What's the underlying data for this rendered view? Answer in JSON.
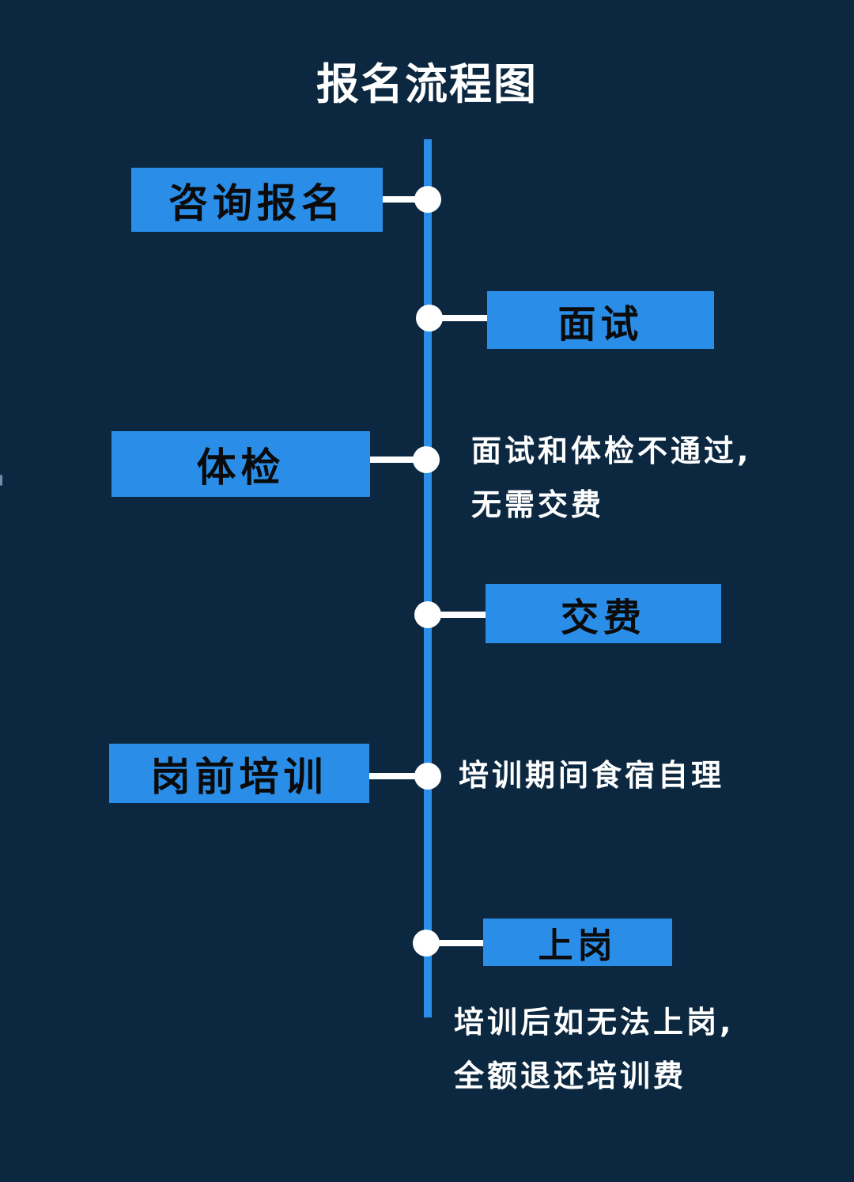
{
  "title": "报名流程图",
  "steps": [
    {
      "label": "咨询报名"
    },
    {
      "label": "面试"
    },
    {
      "label": "体检"
    },
    {
      "label": "交费"
    },
    {
      "label": "岗前培训"
    },
    {
      "label": "上岗"
    }
  ],
  "notes": {
    "checkup": [
      "面试和体检不通过,",
      "无需交费"
    ],
    "training": [
      "培训期间食宿自理"
    ],
    "onboard": [
      "培训后如无法上岗,",
      "全额退还培训费"
    ]
  },
  "colors": {
    "background": "#0c2840",
    "accent": "#2a8ee8",
    "node": "#ffffff",
    "text": "#ffffff",
    "box_text": "#0b0b0b"
  }
}
